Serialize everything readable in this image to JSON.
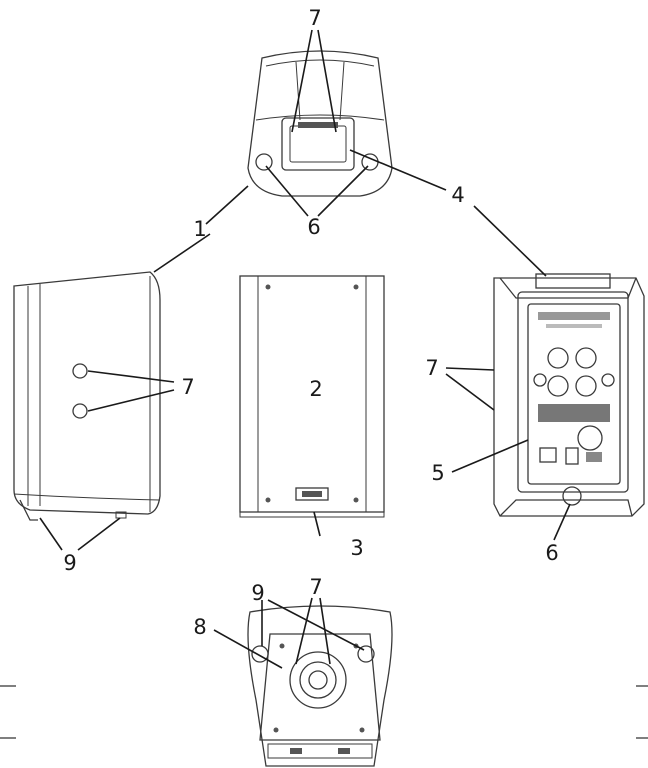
{
  "callouts": [
    {
      "id": "top-view-7",
      "text": "7"
    },
    {
      "id": "top-view-4",
      "text": "4"
    },
    {
      "id": "top-view-1",
      "text": "1"
    },
    {
      "id": "top-view-6",
      "text": "6"
    },
    {
      "id": "side-view-7",
      "text": "7"
    },
    {
      "id": "front-view-2",
      "text": "2"
    },
    {
      "id": "front-view-3",
      "text": "3"
    },
    {
      "id": "side-view-9",
      "text": "9"
    },
    {
      "id": "rear-view-7",
      "text": "7"
    },
    {
      "id": "rear-view-5",
      "text": "5"
    },
    {
      "id": "rear-view-6",
      "text": "6"
    },
    {
      "id": "bottom-view-9",
      "text": "9"
    },
    {
      "id": "bottom-view-7",
      "text": "7"
    },
    {
      "id": "bottom-view-8",
      "text": "8"
    }
  ],
  "colors": {
    "line": "#1a1a1a",
    "drawing": "#3a3a3a",
    "background": "#ffffff"
  }
}
